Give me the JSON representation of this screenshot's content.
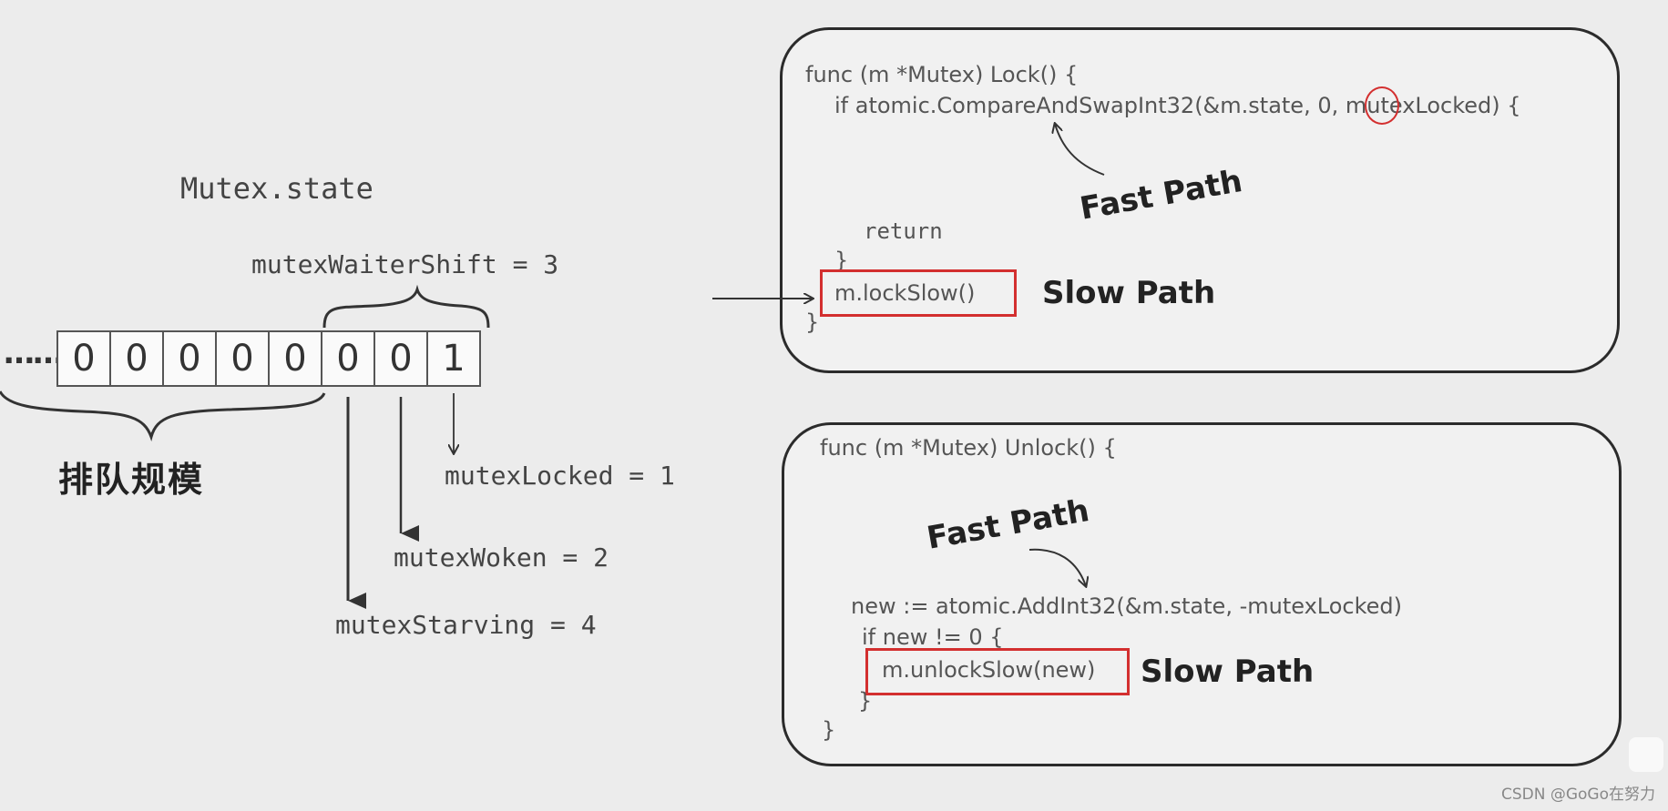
{
  "left": {
    "state_title": "Mutex.state",
    "shift_label": "mutexWaiterShift = 3",
    "dots": "……",
    "bits": [
      "0",
      "0",
      "0",
      "0",
      "0",
      "0",
      "0",
      "1"
    ],
    "queue_label": "排队规模",
    "locked_label": "mutexLocked = 1",
    "woken_label": "mutexWoken = 2",
    "starving_label": "mutexStarving = 4"
  },
  "lock_box": {
    "line1": "func (m *Mutex) Lock() {",
    "line2_pre": "if atomic.CompareAndSwapInt32(&m.state",
    "line2_zero": ", 0,",
    "line2_post": "mutexLocked) {",
    "fast_path": "Fast Path",
    "return": "return",
    "close_if": "}",
    "lock_slow": "m.lockSlow()",
    "slow_path": "Slow Path",
    "close_func": "}"
  },
  "unlock_box": {
    "line1": "func (m *Mutex) Unlock() {",
    "fast_path": "Fast Path",
    "new_line": "new := atomic.AddInt32(&m.state, -mutexLocked)",
    "if_line": "if new != 0 {",
    "unlock_slow": "m.unlockSlow(new)",
    "slow_path": "Slow Path",
    "close_if": "}",
    "close_func": "}"
  },
  "watermark": "CSDN @GoGo在努力",
  "colors": {
    "highlight": "#d32f2f",
    "ink": "#2b2b2b",
    "background": "#ececec"
  }
}
